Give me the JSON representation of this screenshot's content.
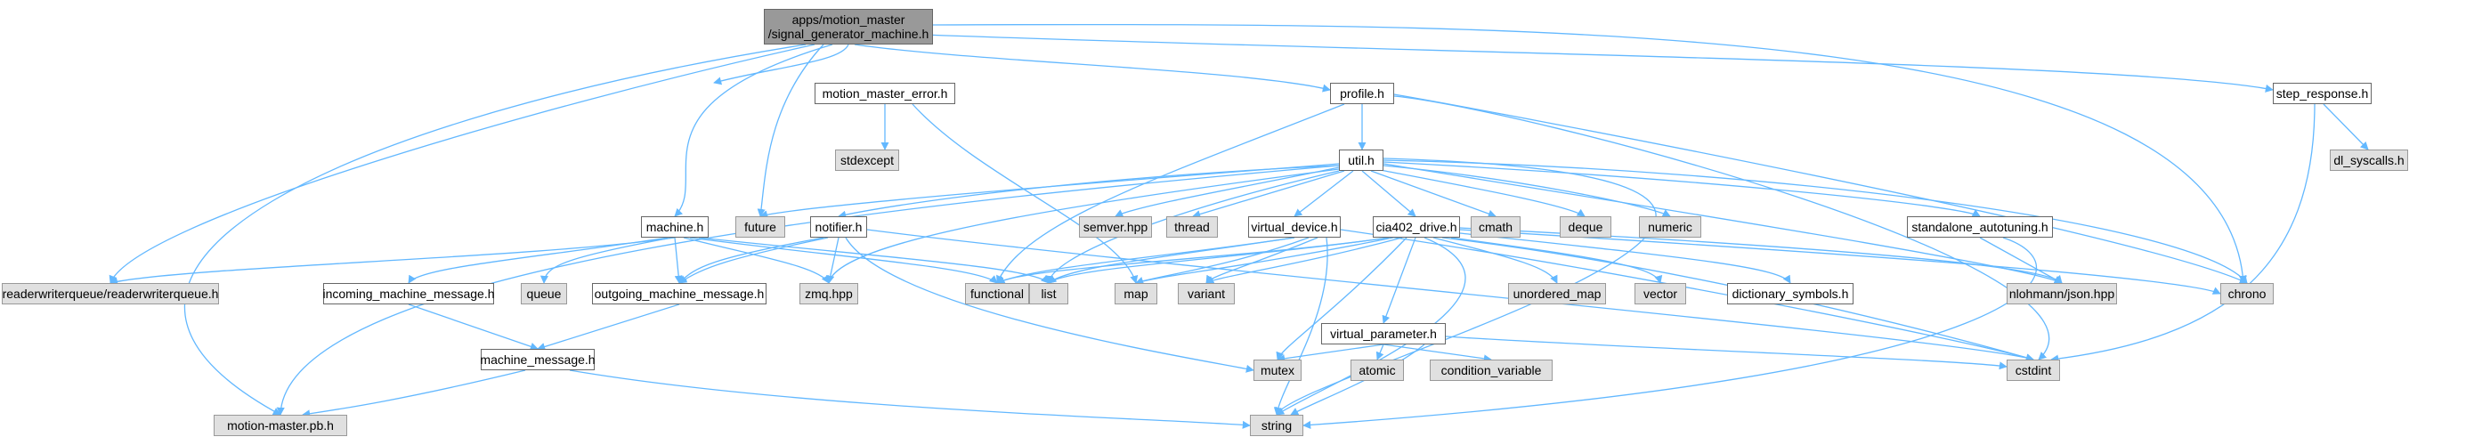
{
  "colors": {
    "edge": "#63b8ff",
    "root_fill": "#999999",
    "external_fill": "#e0e0e0",
    "node_fill": "#ffffff",
    "border": "#666666"
  },
  "nodes": {
    "root": {
      "line1": "apps/motion_master",
      "line2": "/signal_generator_machine.h"
    },
    "motion_master_error": "motion_master_error.h",
    "profile": "profile.h",
    "step_response": "step_response.h",
    "stdexcept": "stdexcept",
    "dl_syscalls": "dl_syscalls.h",
    "util": "util.h",
    "machine": "machine.h",
    "future": "future",
    "notifier": "notifier.h",
    "semver": "semver.hpp",
    "thread": "thread",
    "virtual_device": "virtual_device.h",
    "cia402_drive": "cia402_drive.h",
    "cmath": "cmath",
    "deque": "deque",
    "numeric": "numeric",
    "standalone_autotuning": "standalone_autotuning.h",
    "readerwriterqueue": "readerwriterqueue/readerwriterqueue.h",
    "incoming_machine_message": "incoming_machine_message.h",
    "queue": "queue",
    "outgoing_machine_message": "outgoing_machine_message.h",
    "zmq": "zmq.hpp",
    "functional": "functional",
    "list": "list",
    "map": "map",
    "variant": "variant",
    "unordered_map": "unordered_map",
    "vector": "vector",
    "dictionary_symbols": "dictionary_symbols.h",
    "nlohmann_json": "nlohmann/json.hpp",
    "chrono": "chrono",
    "virtual_parameter": "virtual_parameter.h",
    "mutex": "mutex",
    "atomic": "atomic",
    "condition_variable": "condition_variable",
    "cstdint": "cstdint",
    "machine_message": "machine_message.h",
    "motion_master_pb": "motion-master.pb.h",
    "string": "string"
  }
}
